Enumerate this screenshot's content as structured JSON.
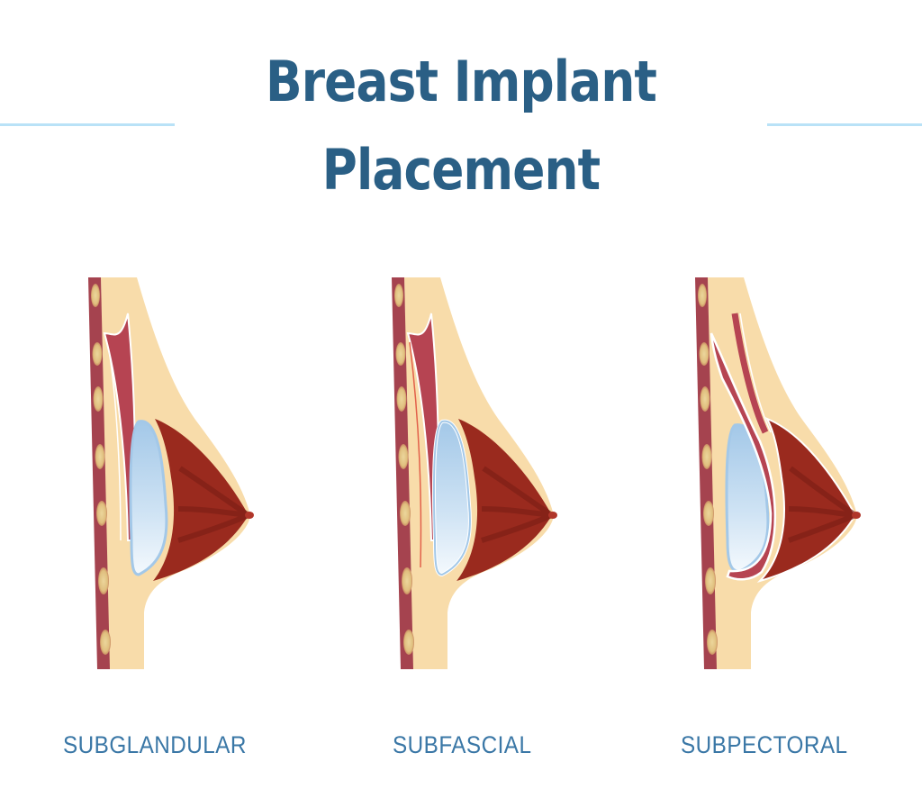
{
  "header": {
    "title_line1": "Breast Implant",
    "title_line2": "Placement"
  },
  "colors": {
    "title": "#2a5f85",
    "label": "#3a77a6",
    "rule": "#b9e2f7",
    "skin": "#f8dcaa",
    "rib_muscle": "#a5434f",
    "rib_bone": "#e6c98a",
    "pectoral": "#b64452",
    "gland": "#9a2a1e",
    "gland_dark": "#7e1f16",
    "implant": "#a9cce9"
  },
  "diagrams": [
    {
      "id": "subglandular",
      "label": "SUBGLANDULAR"
    },
    {
      "id": "subfascial",
      "label": "SUBFASCIAL"
    },
    {
      "id": "subpectoral",
      "label": "SUBPECTORAL"
    }
  ]
}
